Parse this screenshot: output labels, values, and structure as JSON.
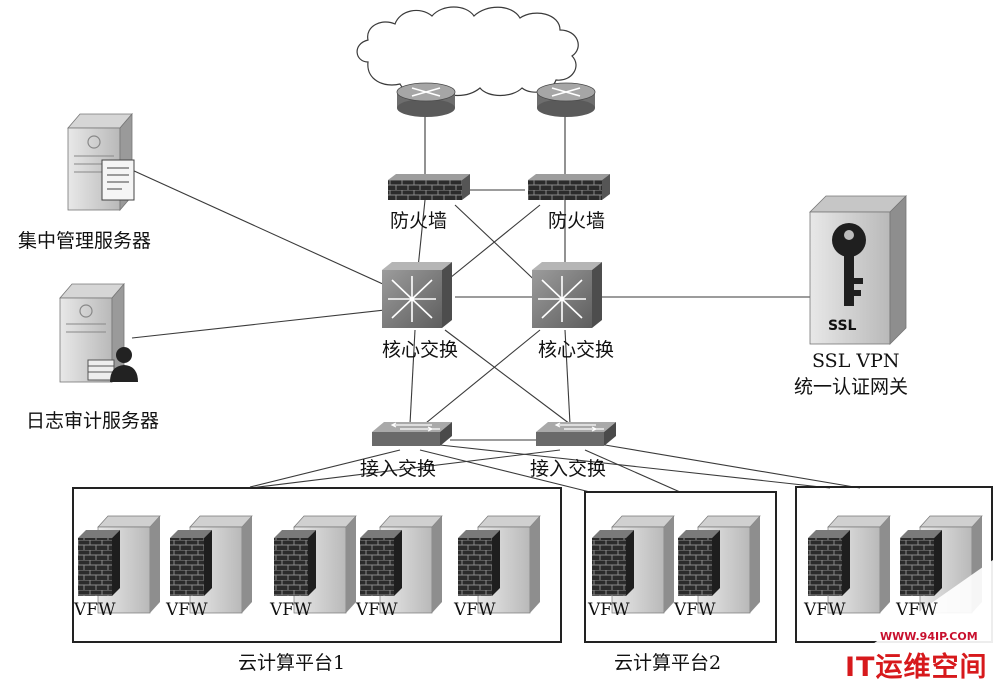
{
  "nodes": {
    "firewall_left": "防火墙",
    "firewall_right": "防火墙",
    "core_left": "核心交换",
    "core_right": "核心交换",
    "access_left": "接入交换",
    "access_right": "接入交换",
    "mgmt_server": "集中管理服务器",
    "log_server": "日志审计服务器",
    "ssl_line1": "SSL VPN",
    "ssl_line2": "统一认证网关",
    "ssl_badge": "SSL"
  },
  "vfw_label": "VFW",
  "platforms": {
    "p1": "云计算平台1",
    "p2": "云计算平台2"
  },
  "watermark": {
    "url": "WWW.94IP.COM",
    "name": "IT运维空间"
  },
  "colors": {
    "device_dark": "#5a5a5a",
    "device_mid": "#8c8c8c",
    "line": "#3a3a3a",
    "watermark_red": "#d7191c"
  }
}
